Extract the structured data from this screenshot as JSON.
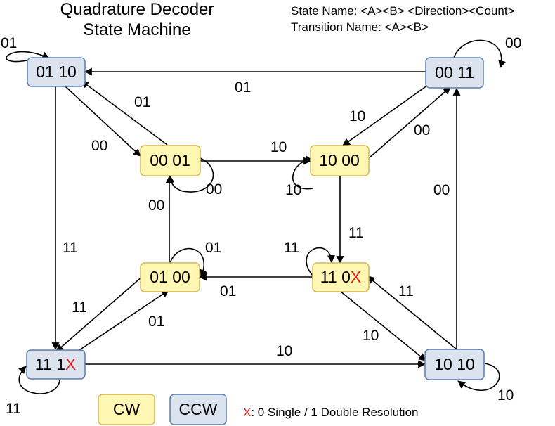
{
  "diagram": {
    "title_line1": "Quadrature Decoder",
    "title_line2": "State Machine",
    "info_line1": "State Name: <A><B> <Direction><Count>",
    "info_line2": "Transition Name: <A><B>",
    "states": {
      "s0110": {
        "label": "01 10",
        "kind": "ccw"
      },
      "s0011": {
        "label": "00 11",
        "kind": "ccw"
      },
      "s0001": {
        "label": "00 01",
        "kind": "cw"
      },
      "s1000": {
        "label": "10 00",
        "kind": "cw"
      },
      "s0100": {
        "label": "01 00",
        "kind": "cw"
      },
      "s110x": {
        "label": "11 0",
        "suffix": "X",
        "kind": "cw"
      },
      "s111x": {
        "label": "11 1",
        "suffix": "X",
        "kind": "ccw"
      },
      "s1010": {
        "label": "10 10",
        "kind": "ccw"
      }
    },
    "transitions": {
      "loop_0110": "01",
      "loop_0011": "00",
      "t_0011_0110": "01",
      "t_0001_0110": "01",
      "t_0110_0001": "00",
      "t_0011_1000": "10",
      "t_1000_0011": "00",
      "t_0001_1000": "10",
      "loop_0001": "00",
      "loop_1000": "10",
      "t_0110_111x": "11",
      "t_1010_0011": "00",
      "t_0100_0001": "00",
      "t_1000_110x": "11",
      "loop_0100": "01",
      "loop_110x": "11",
      "t_110x_0100": "01",
      "t_0100_111x": "11",
      "t_111x_0100": "01",
      "t_1010_110x": "11",
      "t_110x_1010": "10",
      "t_111x_1010": "10",
      "loop_111x": "11",
      "loop_1010": "10"
    },
    "legend": {
      "cw": "CW",
      "ccw": "CCW",
      "x_mark": "X",
      "x_text": ": 0 Single / 1 Double Resolution"
    },
    "colors": {
      "cw_fill": "#FFF7B3",
      "cw_stroke": "#D6B656",
      "ccw_fill": "#DAE3EE",
      "ccw_stroke": "#5B7DAD",
      "x_red": "#E02020"
    }
  }
}
